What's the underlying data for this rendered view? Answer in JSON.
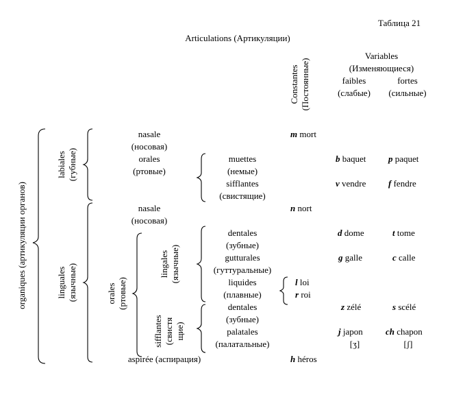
{
  "header": {
    "table_number": "Таблица 21",
    "title": "Articulations (Артикуляции)"
  },
  "columns": {
    "constantes": [
      "Constantes",
      "(Постоянные)"
    ],
    "variables": [
      "Variables",
      "(Изменяющиеся)"
    ],
    "faibles": [
      "faibles",
      "(слабые)"
    ],
    "fortes": [
      "fortes",
      "(сильные)"
    ]
  },
  "groups": {
    "organiques": "organiques (артикуляции органов)",
    "labiales": [
      "labiales",
      "(губные)"
    ],
    "linguales": [
      "linguales",
      "(язычные)"
    ],
    "orales_ling": [
      "orales",
      "(ртовые)"
    ],
    "lingales": [
      "lingales",
      "(язычные)"
    ],
    "sifflantes_v": [
      "sifflantes",
      "(свистя",
      "щие)"
    ]
  },
  "rows": {
    "nasale1": [
      "nasale",
      "(носовая)"
    ],
    "orales1": [
      "orales",
      "(ртовые)"
    ],
    "muettes": [
      "muettes",
      "(немые)"
    ],
    "sifflantes1": [
      "sifflantes",
      "(свистящие)"
    ],
    "nasale2": [
      "nasale",
      "(носовая)"
    ],
    "dentales1": [
      "dentales",
      "(зубные)"
    ],
    "gutturales": [
      "gutturales",
      "(гуттуральные)"
    ],
    "liquides": [
      "liquides",
      "(плавные)"
    ],
    "dentales2": [
      "dentales",
      "(зубные)"
    ],
    "palatales": [
      "palatales",
      "(палатальные)"
    ],
    "aspiree": "aspirée (аспирация)"
  },
  "examples": {
    "m": {
      "letter": "m",
      "word": "mort"
    },
    "b": {
      "letter": "b",
      "word": "baquet"
    },
    "p": {
      "letter": "p",
      "word": "paquet"
    },
    "v": {
      "letter": "v",
      "word": "vendre"
    },
    "f": {
      "letter": "f",
      "word": "fendre"
    },
    "n": {
      "letter": "n",
      "word": "nort"
    },
    "d": {
      "letter": "d",
      "word": "dome"
    },
    "t": {
      "letter": "t",
      "word": "tome"
    },
    "g": {
      "letter": "g",
      "word": "galle"
    },
    "c": {
      "letter": "c",
      "word": "calle"
    },
    "l": {
      "letter": "l",
      "word": "loi"
    },
    "r": {
      "letter": "r",
      "word": "roi"
    },
    "z": {
      "letter": "z",
      "word": "zélé"
    },
    "s": {
      "letter": "s",
      "word": "scélé"
    },
    "j": {
      "letter": "j",
      "word": "japon",
      "ipa": "[ʒ]"
    },
    "ch": {
      "letter": "ch",
      "word": "chapon",
      "ipa": "[ʃ]"
    },
    "h": {
      "letter": "h",
      "word": "héros"
    }
  }
}
